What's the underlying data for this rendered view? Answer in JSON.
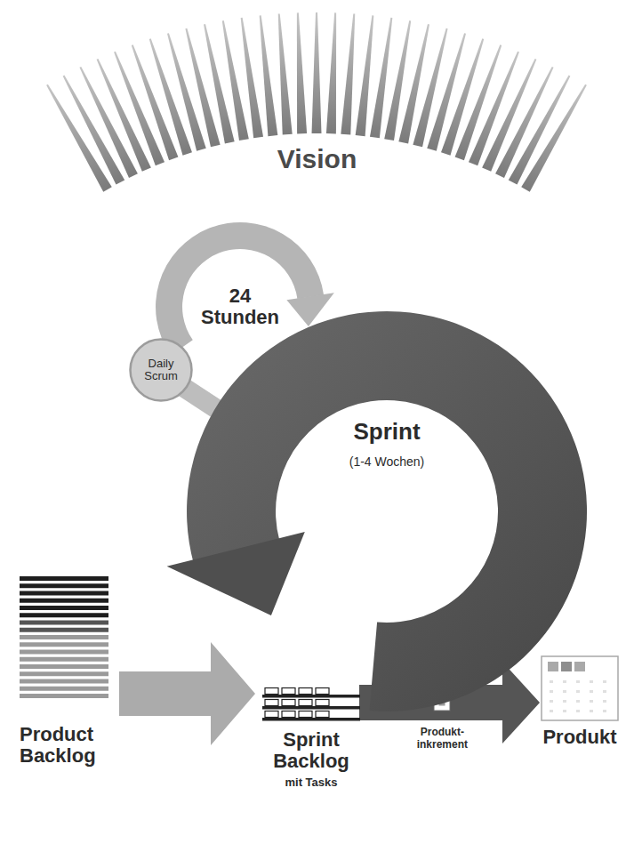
{
  "diagram": {
    "nodes": [
      {
        "text": [
          "Daily Scrum"
        ]
      },
      {
        "text": [
          "Sprint",
          "(1-4 Wochen)"
        ]
      },
      {
        "text": [
          "Product Backlog"
        ]
      },
      {
        "text": [
          "Sprint Backlog",
          "mit Tasks"
        ]
      },
      {
        "text": [
          "Produkt"
        ]
      }
    ],
    "edges": [
      {
        "from": 0,
        "to": 1,
        "arrow": "to",
        "label": "24 Stunden"
      },
      {
        "from": 2,
        "to": 3,
        "arrow": "to"
      },
      {
        "from": 3,
        "to": 4,
        "arrow": "to",
        "label": "Produkt- inkrement"
      }
    ],
    "labels": [
      "Vision"
    ]
  }
}
